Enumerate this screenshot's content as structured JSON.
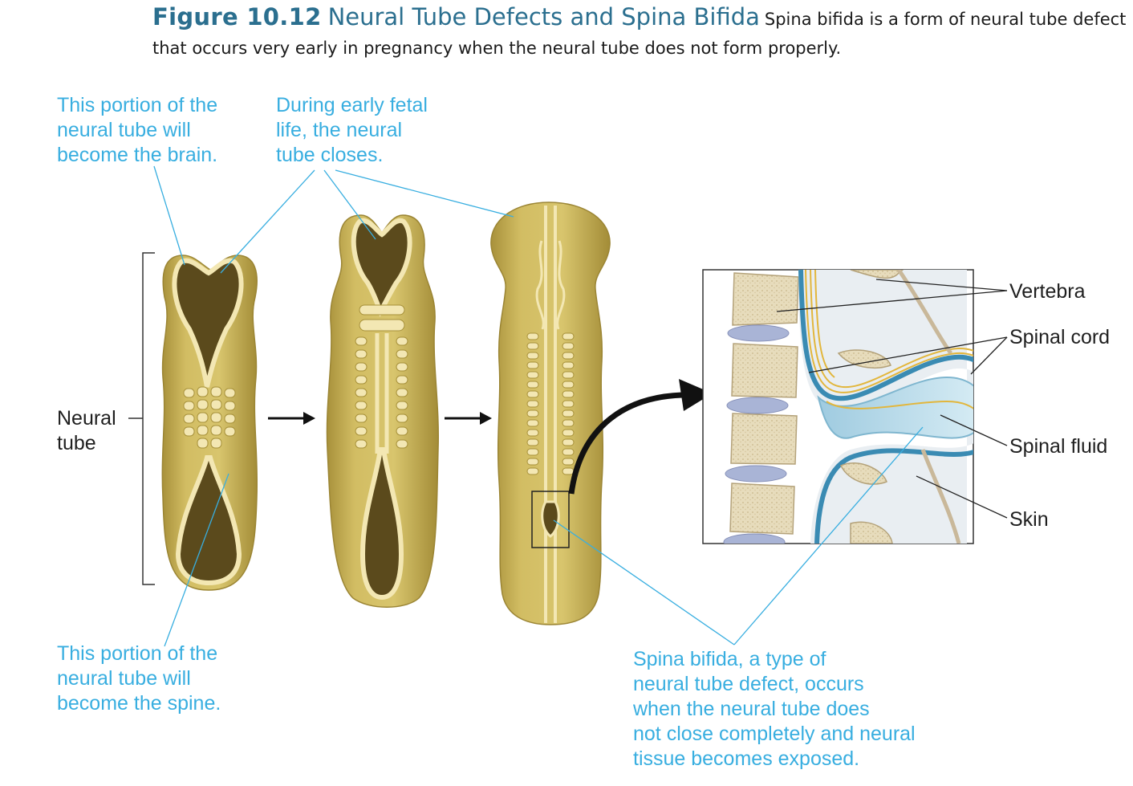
{
  "caption": {
    "number": "Figure 10.12",
    "title": "Neural Tube Defects and Spina Bifida",
    "text": "Spina bifida is a form of neural tube defect that occurs very early in pregnancy when the neural tube does not form properly."
  },
  "annotations": {
    "brain_portion": "This portion of the\nneural tube will\nbecome the brain.",
    "tube_closes": "During early fetal\nlife, the neural\ntube closes.",
    "spine_portion": "This portion of the\nneural tube will\nbecome the spine.",
    "spina_bifida": "Spina bifida, a type of\nneural tube defect, occurs\nwhen the neural tube does\nnot close completely and neural\ntissue becomes exposed."
  },
  "labels": {
    "neural_tube": "Neural\ntube",
    "vertebra": "Vertebra",
    "spinal_cord": "Spinal cord",
    "spinal_fluid": "Spinal fluid",
    "skin": "Skin"
  },
  "colors": {
    "embryo_fill": "#cdb85c",
    "embryo_edge": "#a7913a",
    "tube_cream": "#f3e7b3",
    "annotation_cyan": "#38aee0",
    "fluid_blue": "#b9dce9",
    "cord_yellow": "#e2b63c",
    "caption_teal": "#2b6f8f"
  }
}
